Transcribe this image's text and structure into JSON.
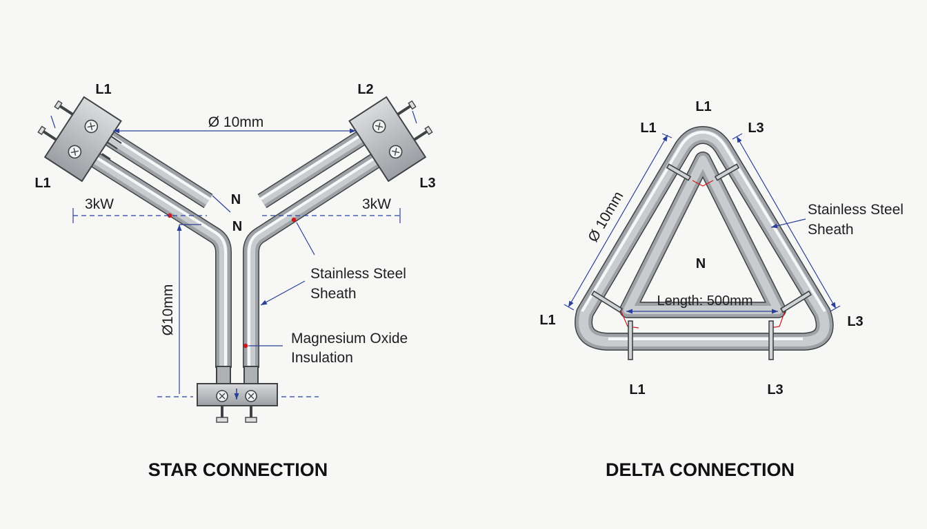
{
  "star": {
    "title": "STAR CONNECTION",
    "terminal_top_left": "L1",
    "terminal_top_right": "L2",
    "terminal_side_left": "L1",
    "terminal_side_right": "L3",
    "neutral_upper": "N",
    "neutral_lower": "N",
    "diameter_top": "Ø 10mm",
    "diameter_vertical": "Ø10mm",
    "power_left": "3kW",
    "power_right": "3kW",
    "sheath_line1": "Stainless Steel",
    "sheath_line2": "Sheath",
    "insulation_line1": "Magnesium Oxide",
    "insulation_line2": "Insulation"
  },
  "delta": {
    "title": "DELTA CONNECTION",
    "corner_top": "L1",
    "top_left": "L1",
    "top_right": "L3",
    "left": "L1",
    "right": "L3",
    "bottom_left": "L1",
    "bottom_right": "L3",
    "neutral": "N",
    "diameter": "Ø 10mm",
    "length": "Length: 500mm",
    "sheath_line1": "Stainless Steel",
    "sheath_line2": "Sheath"
  },
  "colors": {
    "dimension_line": "#2a3f9a",
    "tube_metal": "#a9adb1",
    "weld_dot": "#d01818",
    "background": "#f7f7f6"
  }
}
